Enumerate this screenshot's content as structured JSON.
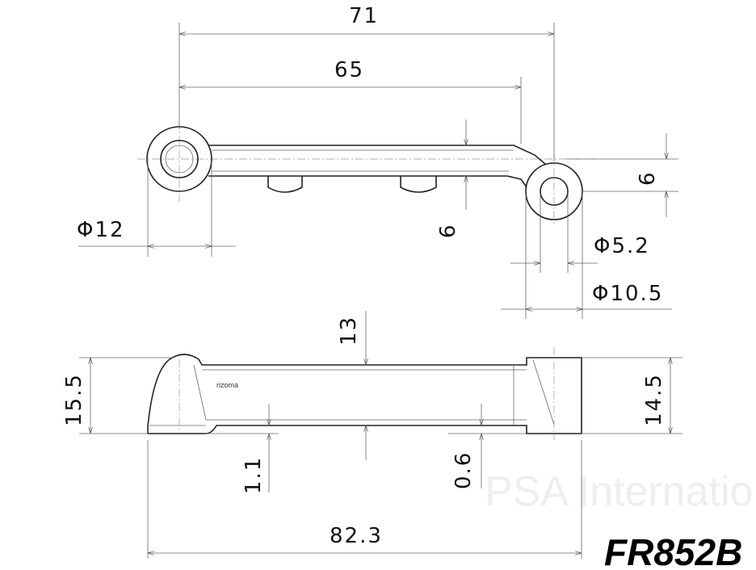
{
  "drawing": {
    "part_number": "FR852B",
    "watermark": "PSA International",
    "brand_mark": "rizoma",
    "dimensions": {
      "overall_length_top": "71",
      "hole_spacing": "65",
      "offset_right": "6",
      "bar_thickness": "6",
      "left_boss_diameter": "Φ12",
      "right_hole_diameter": "Φ5.2",
      "right_boss_diameter": "Φ10.5",
      "left_height": "15.5",
      "right_height": "14.5",
      "bar_height": "13",
      "left_step": "1.1",
      "right_step": "0.6",
      "overall_length_side": "82.3"
    }
  }
}
